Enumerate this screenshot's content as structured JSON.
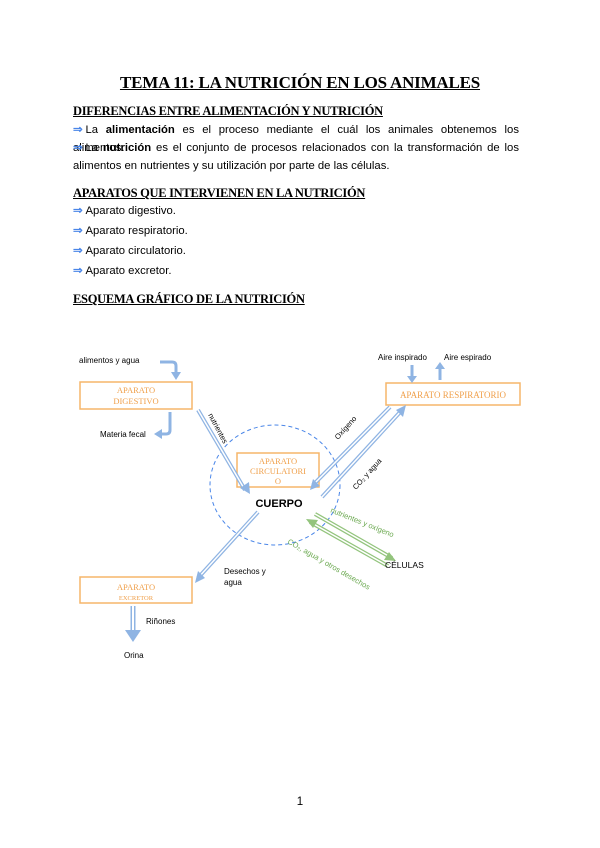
{
  "title": "TEMA 11: LA NUTRICIÓN EN LOS ANIMALES",
  "section1": {
    "heading": "DIFERENCIAS ENTRE ALIMENTACIÓN Y NUTRICIÓN",
    "p1": {
      "pre": "La ",
      "bold": "alimentación",
      "post": " es el proceso mediante el cuál los animales obtenemos los alimentos."
    },
    "p2": {
      "pre": "La ",
      "bold": "nutrición",
      "post": " es el conjunto de procesos relacionados con la transformación de los alimentos en nutrientes y su utilización por parte de las células."
    }
  },
  "section2": {
    "heading": "APARATOS QUE INTERVIENEN EN LA NUTRICIÓN",
    "items": [
      "Aparato digestivo.",
      "Aparato respiratorio.",
      "Aparato circulatorio.",
      "Aparato excretor."
    ]
  },
  "section3": {
    "heading": "ESQUEMA GRÁFICO DE LA NUTRICIÓN"
  },
  "arrow_glyph": "⇒",
  "diagram": {
    "digestivo": [
      "APARATO",
      "DIGESTIVO"
    ],
    "respiratorio": "APARATO RESPIRATORIO",
    "circulatorio": [
      "APARATO",
      "CIRCULATORI",
      "O"
    ],
    "excretor": [
      "APARATO",
      "EXCRETOR"
    ],
    "cuerpo": "CUERPO",
    "celulas": "CÉLULAS",
    "alimentos": "alimentos y agua",
    "materia_fecal": "Materia fecal",
    "nutrientes": "nutrientes",
    "aire_inspirado": "Aire inspirado",
    "aire_espirado": "Aire espirado",
    "oxigeno": "Oxígeno",
    "co2": "CO₂ y agua",
    "nutrientes_oxigeno": "nutrientes y oxígeno",
    "co2_otros": "CO₂, agua y otros desechos",
    "desechos": [
      "Desechos y",
      "agua"
    ],
    "rinones": "Riñones",
    "orina": "Orina"
  },
  "colors": {
    "orange": "#f5b66a",
    "blue": "#8fb4e3",
    "green": "#93c47d",
    "arrow_blue": "#4a86e8"
  },
  "page_number": "1"
}
